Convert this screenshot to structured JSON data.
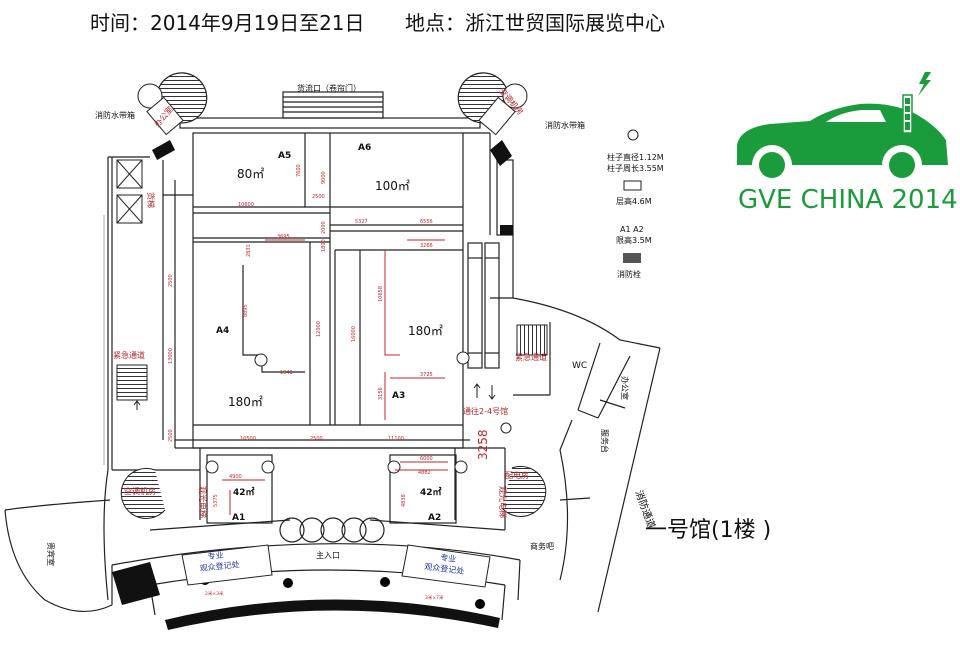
{
  "header": {
    "time": "时间：2014年9月19日至21日",
    "place": "地点：浙江世贸国际展览中心"
  },
  "hall_title": "一号馆(1楼 )",
  "brand": {
    "text": "GVE CHINA 2014",
    "color": "#1a9c3c"
  },
  "legend": {
    "pillar_line1": "柱子直径1.12M",
    "pillar_line2": "柱子周长3.55M",
    "ceiling": "层高4.6M",
    "a1a2": "A1  A2",
    "height_limit": "限高3.5M",
    "hydrant": "消防栓"
  },
  "halls": {
    "a5": {
      "label": "A5",
      "area": "80㎡"
    },
    "a6": {
      "label": "A6",
      "area": "100㎡"
    },
    "a4": {
      "label": "A4",
      "area": "180㎡"
    },
    "a3": {
      "label": "A3",
      "area": "180㎡"
    },
    "a1": {
      "label": "A1",
      "area": "42㎡"
    },
    "a2": {
      "label": "A2",
      "area": "42㎡"
    }
  },
  "rooms": {
    "cargo_door": "货流口（卷帘门）",
    "office_tl": "办公室",
    "ac_room_tr": "空调机房",
    "hose_left": "消防水带箱",
    "hose_right": "消防水带箱",
    "freight_elev": "货梯",
    "emergency_left": "紧急通道",
    "emergency_right": "紧急通道",
    "wc": "WC",
    "office_right": "办公室",
    "service": "服务台",
    "fire_passage": "消防通道",
    "to_halls": "通往2-4号馆",
    "ac_room_left": "空调机房",
    "sightseeing_left": "观光电梯",
    "sightseeing_right": "观光电梯",
    "power_room": "配电房",
    "vip_room": "贵宾室",
    "main_entrance": "主入口",
    "business_bar": "商务吧",
    "reg_left_1": "专业",
    "reg_left_2": "观众登记处",
    "reg_right_1": "专业",
    "reg_right_2": "观众登记处",
    "reg_left_size": "2米×3米",
    "reg_right_size": "3米×7米"
  },
  "dimensions": {
    "d_10600": "10600",
    "d_2500a": "2500",
    "d_10500": "10500",
    "d_2500b": "2500",
    "d_11100": "11100",
    "d_7600": "7600",
    "d_9000": "9000",
    "d_2500c": "2500",
    "d_5327": "5327",
    "d_6556": "6556",
    "d_3695": "3695",
    "d_3266": "3266",
    "d_2000": "2000",
    "d_1800": "1800",
    "d_2831": "2831",
    "d_8895": "8895",
    "d_12000": "12000",
    "d_16000": "16000",
    "d_10658": "10658",
    "d_1941": "1941",
    "d_3725": "3725",
    "d_3156": "3156",
    "d_2500d": "2500",
    "d_13000": "13000",
    "d_2500e": "2500",
    "d_4900": "4900",
    "d_4882": "4882",
    "d_6000": "6000",
    "d_5375": "5375",
    "d_4838": "4838",
    "d_3258": "3258"
  },
  "colors": {
    "wall": "#222222",
    "dimension": "#c0272d",
    "text": "#111111",
    "room_text": "#b2252b",
    "blue_text": "#2233aa"
  }
}
